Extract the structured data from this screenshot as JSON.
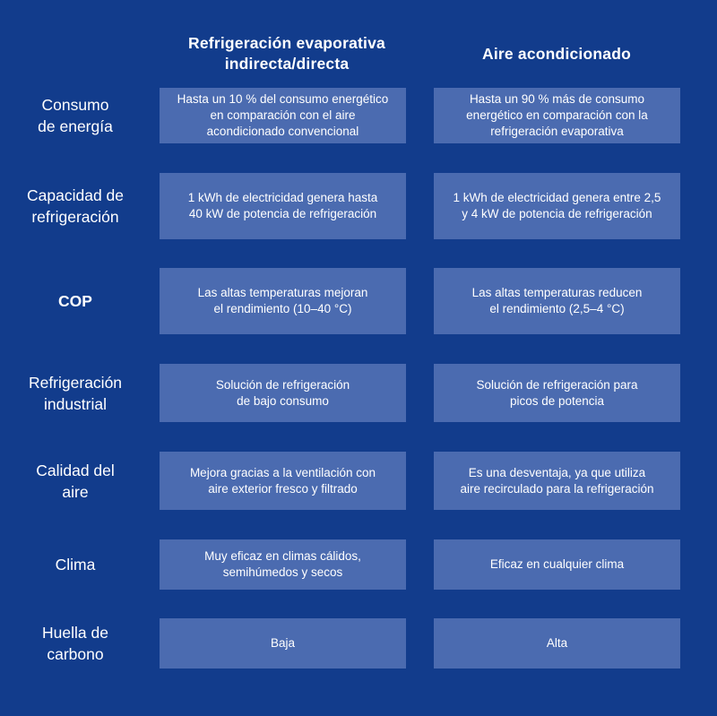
{
  "header": {
    "col1": "Refrigeración evaporativa\nindirecta/directa",
    "col2": "Aire acondicionado"
  },
  "rows": [
    {
      "label": "Consumo\nde energía",
      "c1": "Hasta un 10 % del consumo energético\nen comparación con el aire\nacondicionado convencional",
      "c2": "Hasta un 90 % más de consumo\nenergético en comparación con la\nrefrigeración evaporativa"
    },
    {
      "label": "Capacidad de\nrefrigeración",
      "c1": "1 kWh de electricidad genera hasta\n40 kW de potencia de refrigeración",
      "c2": "1 kWh de electricidad genera entre 2,5\ny 4 kW de potencia de refrigeración"
    },
    {
      "label": "COP",
      "c1": "Las altas temperaturas mejoran\nel rendimiento (10–40 °C)",
      "c2": "Las altas temperaturas reducen\nel rendimiento (2,5–4 °C)"
    },
    {
      "label": "Refrigeración\nindustrial",
      "c1": "Solución de refrigeración\nde bajo consumo",
      "c2": "Solución de refrigeración para\npicos de potencia"
    },
    {
      "label": "Calidad del\naire",
      "c1": "Mejora gracias a la ventilación con\naire exterior fresco y filtrado",
      "c2": "Es una desventaja, ya que utiliza\naire recirculado para la refrigeración"
    },
    {
      "label": "Clima",
      "c1": "Muy eficaz en climas cálidos,\nsemihúmedos y secos",
      "c2": "Eficaz en cualquier clima"
    },
    {
      "label": "Huella de\ncarbono",
      "c1": "Baja",
      "c2": "Alta"
    }
  ],
  "colors": {
    "background": "#123c8c",
    "cell": "#4b6bb0",
    "text": "#ffffff"
  }
}
